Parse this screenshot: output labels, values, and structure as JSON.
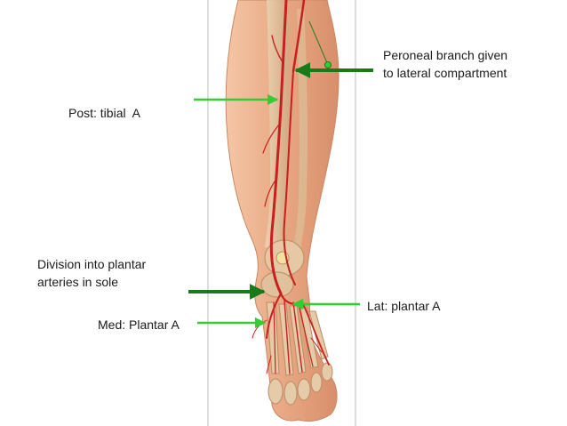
{
  "labels": {
    "peroneal_line1": "Peroneal branch given",
    "peroneal_line2": "to lateral compartment",
    "post_tibial": "Post: tibial  A",
    "division_line1": "Division into plantar",
    "division_line2": "arteries in sole",
    "lat_plantar": "Lat: plantar A",
    "med_plantar": "Med: Plantar A"
  },
  "colors": {
    "arrow_light": "#33cc33",
    "arrow_dark": "#1a7a1a",
    "skin": "#e8a984",
    "bone": "#e2c7a2",
    "artery": "#c81f1f",
    "divider": "#b8b8b8"
  }
}
